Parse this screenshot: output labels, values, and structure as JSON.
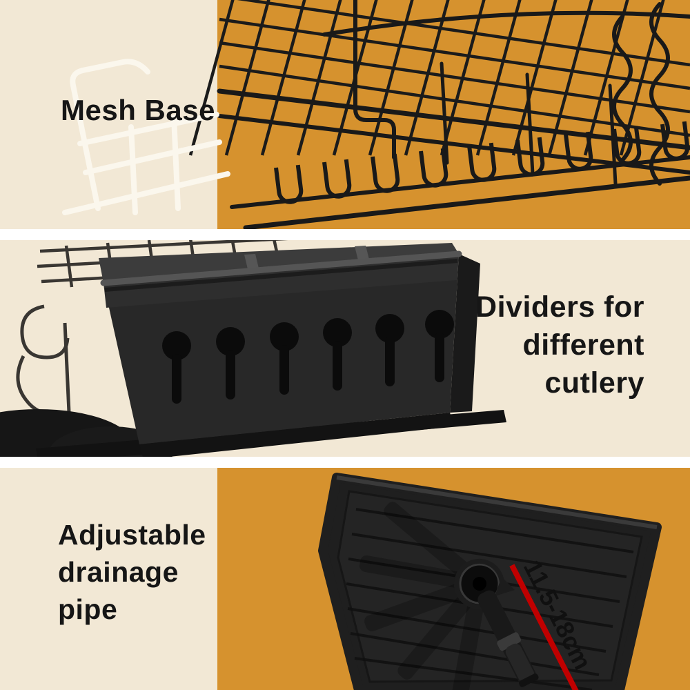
{
  "colors": {
    "cream": "#f2e8d5",
    "orange": "#d6922e",
    "product_black": "#1e1e1e",
    "text": "#161616",
    "accent_red": "#c00000",
    "gap_white": "#ffffff",
    "white_rack": "#fbf7ed"
  },
  "icons": {
    "rotation_arrow": "rotation-arrow-icon"
  },
  "sections": {
    "mesh_base": {
      "title": "Mesh Base"
    },
    "dividers": {
      "lines": [
        "Dividers for",
        "different",
        "cutlery"
      ]
    },
    "drainage": {
      "lines": [
        "Adjustable",
        "drainage",
        "pipe"
      ],
      "measurement": "11.5-18cm"
    }
  }
}
